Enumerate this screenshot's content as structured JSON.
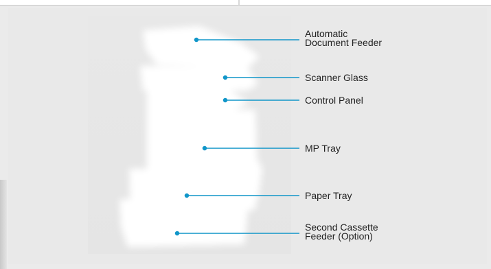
{
  "diagram": {
    "accent_color": "#1196c9",
    "labels": {
      "adf": "Automatic\nDocument Feeder",
      "scanner_glass": "Scanner Glass",
      "control_panel": "Control Panel",
      "mp_tray": "MP Tray",
      "paper_tray": "Paper Tray",
      "second_cassette": "Second Cassette\nFeeder (Option)"
    }
  }
}
